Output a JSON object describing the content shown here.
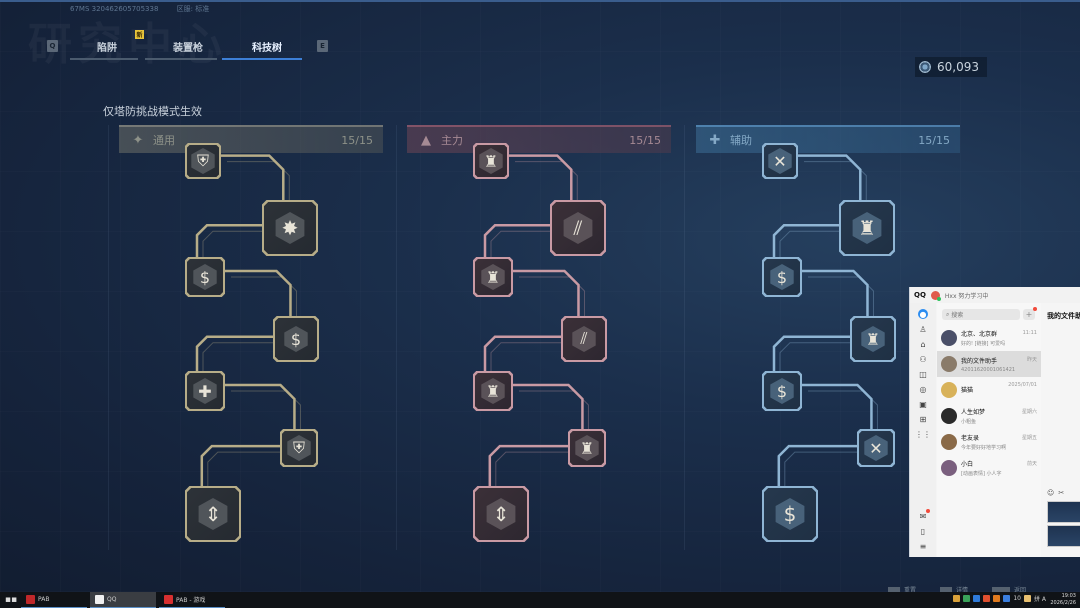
{
  "game": {
    "watermark": "研究中心",
    "player_id": "67MS 320462605705338",
    "region": "区服: 标准",
    "tabs": [
      {
        "label": "陷阱",
        "key": "Q",
        "badge": "新",
        "active": false
      },
      {
        "label": "装置枪",
        "active": false
      },
      {
        "label": "科技树",
        "key": "E",
        "active": true
      }
    ],
    "prev_key": "Q",
    "next_key": "E",
    "new_badge": "新",
    "currency": {
      "icon": "coin-icon",
      "value": "60,093"
    },
    "notice": "仅塔防挑战模式生效",
    "columns": [
      {
        "id": "general",
        "name": "通用",
        "icon": "compass-star-icon",
        "count": "15/15",
        "accent": "#b7ad88",
        "nodes": [
          {
            "glyph": "shield-icon",
            "symbol": "⛨"
          },
          {
            "glyph": "damage-burst-icon",
            "symbol": "✸"
          },
          {
            "glyph": "dollar-icon",
            "symbol": "$"
          },
          {
            "glyph": "dollar-wrench-icon",
            "symbol": "$"
          },
          {
            "glyph": "heart-plus-icon",
            "symbol": "✚"
          },
          {
            "glyph": "shield-icon",
            "symbol": "⛨"
          },
          {
            "glyph": "arrows-icon",
            "symbol": "⇕"
          }
        ]
      },
      {
        "id": "main",
        "name": "主力",
        "icon": "triangle-icon",
        "count": "15/15",
        "accent": "#c99aa4",
        "nodes": [
          {
            "glyph": "turret-icon",
            "symbol": "♜"
          },
          {
            "glyph": "slash-icon",
            "symbol": "⫽"
          },
          {
            "glyph": "turret-upgrade-icon",
            "symbol": "♜"
          },
          {
            "glyph": "slash-icon",
            "symbol": "⫽"
          },
          {
            "glyph": "turret-trident-icon",
            "symbol": "♜"
          },
          {
            "glyph": "turret-skull-icon",
            "symbol": "♜"
          },
          {
            "glyph": "arrows-icon",
            "symbol": "⇕"
          }
        ]
      },
      {
        "id": "support",
        "name": "辅助",
        "icon": "plus-icon",
        "count": "15/15",
        "accent": "#8fb5d4",
        "nodes": [
          {
            "glyph": "wrench-icon",
            "symbol": "✕"
          },
          {
            "glyph": "turret-plus-icon",
            "symbol": "♜"
          },
          {
            "glyph": "dollar-icon",
            "symbol": "$"
          },
          {
            "glyph": "turret-gear-icon",
            "symbol": "♜"
          },
          {
            "glyph": "dollar-wrench-icon",
            "symbol": "$"
          },
          {
            "glyph": "wrench-icon",
            "symbol": "✕"
          },
          {
            "glyph": "dollar-icon",
            "symbol": "$"
          }
        ]
      }
    ],
    "hints": [
      {
        "key": "R",
        "label": "重置"
      },
      {
        "key": "I",
        "label": "详情"
      },
      {
        "key": "Esc",
        "label": "返回"
      }
    ]
  },
  "qq": {
    "app": "QQ",
    "user": "Hxx 努力学习中",
    "search_placeholder": "搜索",
    "chat_title": "我的文件助手",
    "chats": [
      {
        "name": "北京、北京群",
        "msg": "好的! [链接] 可爱吗",
        "time": "11:11",
        "avatar": "#4a4f68"
      },
      {
        "name": "我的文件助手",
        "msg": "42011620001061421",
        "time": "昨天",
        "avatar": "#8a7b6a",
        "selected": true
      },
      {
        "name": "猫猫",
        "msg": "",
        "time": "2025/07/01",
        "avatar": "#d8b25a"
      },
      {
        "name": "人生如梦",
        "msg": "小粗鱼",
        "time": "星期六",
        "avatar": "#2a2a2a"
      },
      {
        "name": "老友录",
        "msg": "今年要好好地学习啊",
        "time": "星期五",
        "avatar": "#8a6a48"
      },
      {
        "name": "小白",
        "msg": "[动画表情] 小人字",
        "time": "前天",
        "avatar": "#7a5f7e"
      }
    ]
  },
  "taskbar": {
    "items": [
      {
        "label": "PAB",
        "color": "#c0282a"
      },
      {
        "label": "QQ",
        "color": "#f0f0f0",
        "active": true
      },
      {
        "label": "PAB - 游戏",
        "color": "#d83030"
      }
    ],
    "tray_count": "10",
    "ime": "拼 A",
    "time": "19:03",
    "date": "2026/2/26"
  }
}
